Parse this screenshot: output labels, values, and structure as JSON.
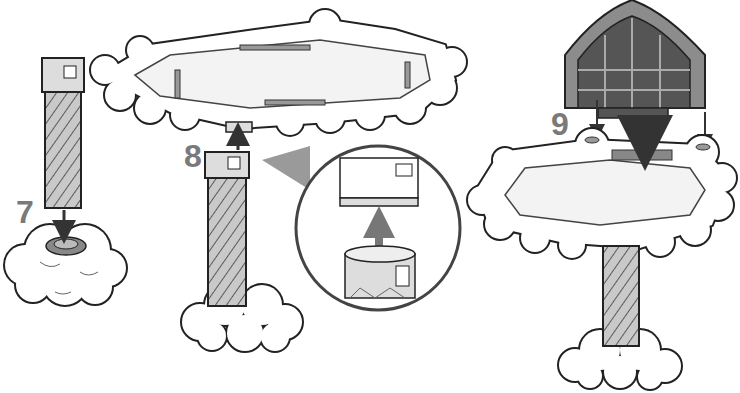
{
  "diagram": {
    "labels": [
      "7",
      "8",
      "9"
    ]
  }
}
